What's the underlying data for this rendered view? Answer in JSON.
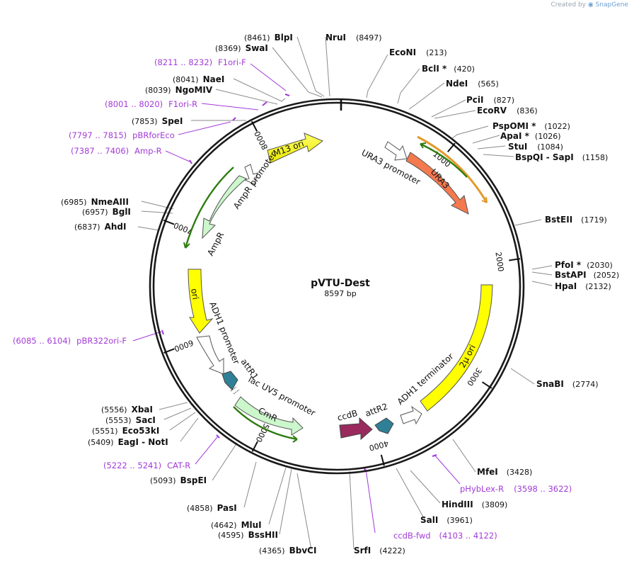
{
  "credit": {
    "prefix": "Created by",
    "brand": "SnapGene"
  },
  "plasmid": {
    "name": "pVTU-Dest",
    "length_label": "8597 bp",
    "length": 8597
  },
  "ticks": [
    1000,
    2000,
    3000,
    4000,
    5000,
    6000,
    7000,
    8000
  ],
  "sites": [
    {
      "name": "BlpI",
      "pos": "(8461)",
      "side": "left"
    },
    {
      "name": "SwaI",
      "pos": "(8369)",
      "side": "left"
    },
    {
      "name": "NaeI",
      "pos": "(8041)",
      "side": "left"
    },
    {
      "name": "NgoMIV",
      "pos": "(8039)",
      "side": "left"
    },
    {
      "name": "SpeI",
      "pos": "(7853)",
      "side": "left"
    },
    {
      "name": "NmeAIII",
      "pos": "(6985)",
      "side": "left"
    },
    {
      "name": "BglI",
      "pos": "(6957)",
      "side": "left"
    },
    {
      "name": "AhdI",
      "pos": "(6837)",
      "side": "left"
    },
    {
      "name": "XbaI",
      "pos": "(5556)",
      "side": "left"
    },
    {
      "name": "SacI",
      "pos": "(5553)",
      "side": "left"
    },
    {
      "name": "Eco53kI",
      "pos": "(5551)",
      "side": "left"
    },
    {
      "name": "EagI  - NotI",
      "pos": "(5409)",
      "side": "left"
    },
    {
      "name": "BspEI",
      "pos": "(5093)",
      "side": "left"
    },
    {
      "name": "PasI",
      "pos": "(4858)",
      "side": "left"
    },
    {
      "name": "MluI",
      "pos": "(4642)",
      "side": "left"
    },
    {
      "name": "BssHII",
      "pos": "(4595)",
      "side": "left"
    },
    {
      "name": "BbvCI",
      "pos": "(4365)",
      "side": "left"
    },
    {
      "name": "NruI",
      "pos": "(8497)",
      "side": "right"
    },
    {
      "name": "EcoNI",
      "pos": "(213)",
      "side": "right"
    },
    {
      "name": "BclI *",
      "pos": "(420)",
      "side": "right"
    },
    {
      "name": "NdeI",
      "pos": "(565)",
      "side": "right"
    },
    {
      "name": "PciI",
      "pos": "(827)",
      "side": "right"
    },
    {
      "name": "EcoRV",
      "pos": "(836)",
      "side": "right"
    },
    {
      "name": "PspOMI *",
      "pos": "(1022)",
      "side": "right"
    },
    {
      "name": "ApaI *",
      "pos": "(1026)",
      "side": "right"
    },
    {
      "name": "StuI",
      "pos": "(1084)",
      "side": "right"
    },
    {
      "name": "BspQI  - SapI",
      "pos": "(1158)",
      "side": "right"
    },
    {
      "name": "BstEII",
      "pos": "(1719)",
      "side": "right"
    },
    {
      "name": "PfoI *",
      "pos": "(2030)",
      "side": "right"
    },
    {
      "name": "BstAPI",
      "pos": "(2052)",
      "side": "right"
    },
    {
      "name": "HpaI",
      "pos": "(2132)",
      "side": "right"
    },
    {
      "name": "SnaBI",
      "pos": "(2774)",
      "side": "right"
    },
    {
      "name": "MfeI",
      "pos": "(3428)",
      "side": "right"
    },
    {
      "name": "HindIII",
      "pos": "(3809)",
      "side": "right"
    },
    {
      "name": "SalI",
      "pos": "(3961)",
      "side": "right"
    },
    {
      "name": "SrfI",
      "pos": "(4222)",
      "side": "right"
    }
  ],
  "primers": [
    {
      "range": "(8211 .. 8232)",
      "name": "F1ori-F"
    },
    {
      "range": "(8001 .. 8020)",
      "name": "F1ori-R"
    },
    {
      "range": "(7797 .. 7815)",
      "name": "pBRforEco"
    },
    {
      "range": "(7387 .. 7406)",
      "name": "Amp-R"
    },
    {
      "range": "(6085 .. 6104)",
      "name": "pBR322ori-F"
    },
    {
      "range": "(5222 .. 5241)",
      "name": "CAT-R"
    },
    {
      "name": "pHybLex-R",
      "range": "(3598 .. 3622)"
    },
    {
      "name": "ccdB-fwd",
      "range": "(4103 .. 4122)"
    }
  ],
  "features": {
    "m13_ori": "M13 ori",
    "ura3_promoter": "URA3 promoter",
    "ura3": "URA3",
    "ampr_promoter": "AmpR promoter",
    "ampr": "AmpR",
    "ori": "ori",
    "adh1_promoter": "ADH1 promoter",
    "attr1": "attR1",
    "lac_uv5_promoter": "lac UV5 promoter",
    "cmr": "CmR",
    "ccdb": "ccdB",
    "attr2": "attR2",
    "adh1_terminator": "ADH1 terminator",
    "two_micron_ori": "2μ ori"
  },
  "colors": {
    "yellow": "#ffff00",
    "orange": "#f4794e",
    "green_light": "#ccf7cc",
    "green_dark": "#2e7d10",
    "teal": "#2f8096",
    "maroon": "#9a2a5e",
    "primer": "#a23bd8",
    "backbone": "#1a1a1a"
  }
}
